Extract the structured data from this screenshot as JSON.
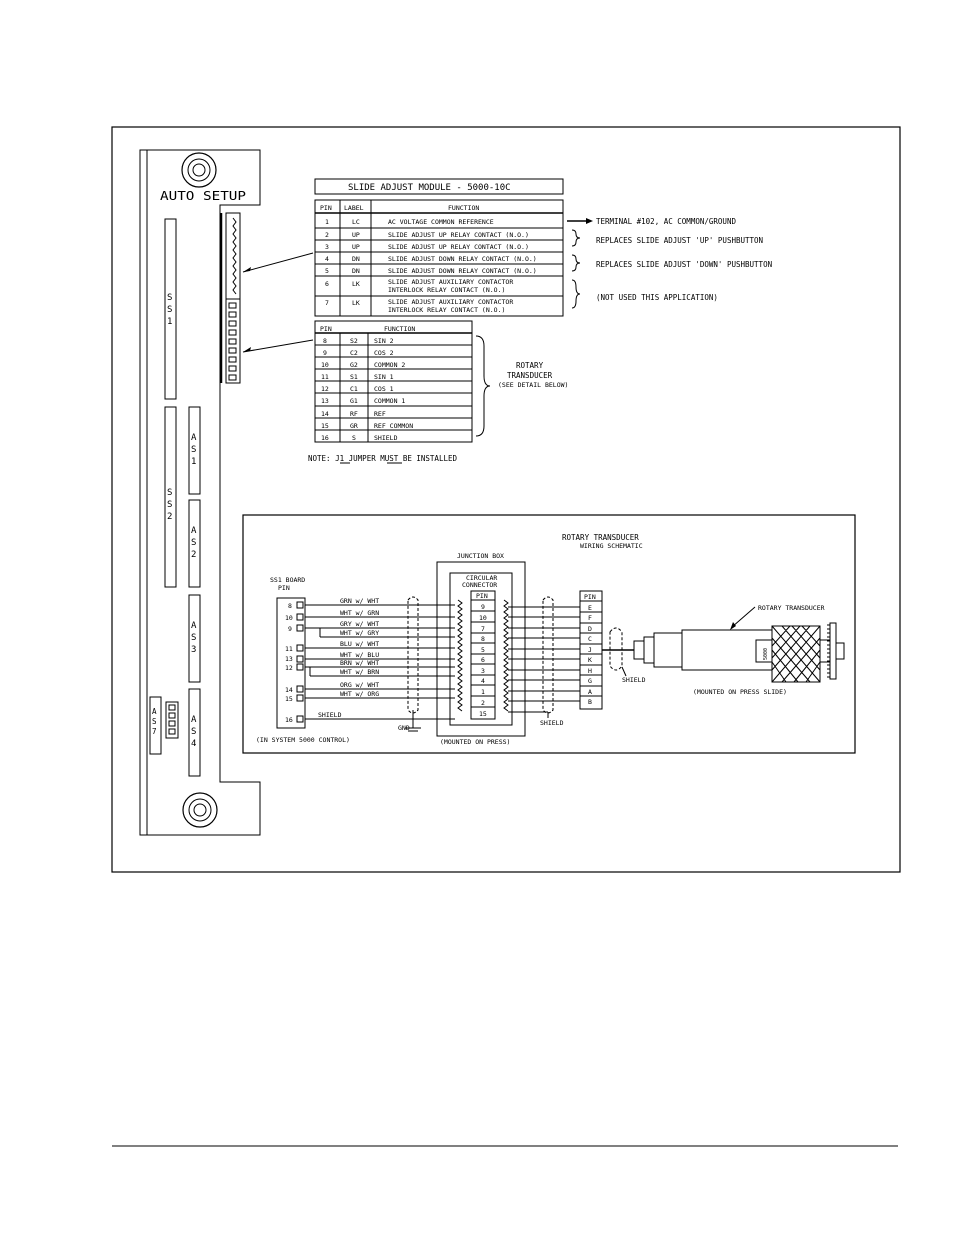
{
  "board": {
    "title": "AUTO SETUP",
    "slots": {
      "ss1": [
        "S",
        "S",
        "1"
      ],
      "ss2": [
        "S",
        "S",
        "2"
      ],
      "as1": [
        "A",
        "S",
        "1"
      ],
      "as2": [
        "A",
        "S",
        "2"
      ],
      "as3": [
        "A",
        "S",
        "3"
      ],
      "as4": [
        "A",
        "S",
        "4"
      ],
      "as7": [
        "A",
        "S",
        "7"
      ]
    }
  },
  "module_table": {
    "title": "SLIDE ADJUST MODULE - 5000-10C",
    "headers": [
      "PIN",
      "LABEL",
      "FUNCTION"
    ],
    "rows": [
      {
        "pin": "1",
        "label": "LC",
        "function": [
          "AC VOLTAGE COMMON REFERENCE"
        ]
      },
      {
        "pin": "2",
        "label": "UP",
        "function": [
          "SLIDE ADJUST UP RELAY CONTACT (N.O.)"
        ]
      },
      {
        "pin": "3",
        "label": "UP",
        "function": [
          "SLIDE ADJUST UP RELAY CONTACT (N.O.)"
        ]
      },
      {
        "pin": "4",
        "label": "DN",
        "function": [
          "SLIDE ADJUST DOWN RELAY CONTACT (N.O.)"
        ]
      },
      {
        "pin": "5",
        "label": "DN",
        "function": [
          "SLIDE ADJUST DOWN RELAY CONTACT (N.O.)"
        ]
      },
      {
        "pin": "6",
        "label": "LK",
        "function": [
          "SLIDE ADJUST AUXILIARY CONTACTOR",
          "INTERLOCK RELAY CONTACT (N.O.)"
        ]
      },
      {
        "pin": "7",
        "label": "LK",
        "function": [
          "SLIDE ADJUST AUXILIARY CONTACTOR",
          "INTERLOCK RELAY CONTACT (N.O.)"
        ]
      }
    ],
    "notes": [
      "TERMINAL #102,  AC COMMON/GROUND",
      "REPLACES SLIDE ADJUST 'UP' PUSHBUTTON",
      "REPLACES SLIDE ADJUST 'DOWN' PUSHBUTTON",
      "(NOT USED THIS APPLICATION)"
    ]
  },
  "pin_table": {
    "headers": [
      "PIN",
      "FUNCTION"
    ],
    "rows": [
      {
        "pin": "8",
        "label": "S2",
        "function": "SIN 2"
      },
      {
        "pin": "9",
        "label": "C2",
        "function": "COS 2"
      },
      {
        "pin": "10",
        "label": "G2",
        "function": "COMMON 2"
      },
      {
        "pin": "11",
        "label": "S1",
        "function": "SIN 1"
      },
      {
        "pin": "12",
        "label": "C1",
        "function": "COS 1"
      },
      {
        "pin": "13",
        "label": "G1",
        "function": "COMMON 1"
      },
      {
        "pin": "14",
        "label": "RF",
        "function": "REF"
      },
      {
        "pin": "15",
        "label": "GR",
        "function": "REF COMMON"
      },
      {
        "pin": "16",
        "label": "S",
        "function": "SHIELD"
      }
    ],
    "bracket_label": [
      "ROTARY",
      "TRANSDUCER",
      "(SEE DETAIL BELOW)"
    ],
    "note": "NOTE: J1 JUMPER MUST BE INSTALLED"
  },
  "schematic": {
    "title": "ROTARY TRANSDUCER",
    "subtitle": "WIRING SCHEMATIC",
    "ss1_board": [
      "SS1 BOARD",
      "PIN"
    ],
    "ss1_pins": [
      "8",
      "10",
      "9",
      "11",
      "13",
      "12",
      "14",
      "15",
      "16"
    ],
    "wires": [
      "GRN w/ WHT",
      "WHT w/ GRN",
      "GRY w/ WHT",
      "WHT w/ GRY",
      "BLU w/ WHT",
      "WHT w/ BLU",
      "BRN w/ WHT",
      "WHT w/ BRN",
      "ORG w/ WHT",
      "WHT w/ ORG"
    ],
    "shield_label": "SHIELD",
    "gnd_label": "GND",
    "junction_box": "JUNCTION BOX",
    "circular_connector": [
      "CIRCULAR",
      "CONNECTOR"
    ],
    "connector_header": "PIN",
    "connector_pins": [
      "9",
      "10",
      "7",
      "8",
      "5",
      "6",
      "3",
      "4",
      "1",
      "2",
      "15"
    ],
    "transducer_header": "PIN",
    "transducer_pins": [
      "E",
      "F",
      "D",
      "C",
      "J",
      "K",
      "H",
      "G",
      "A",
      "B"
    ],
    "rotary_label": "ROTARY TRANSDUCER",
    "caption_control": "(IN SYSTEM 5000 CONTROL)",
    "caption_press": "(MOUNTED ON PRESS)",
    "caption_slide": "(MOUNTED ON PRESS SLIDE)",
    "shield_labels": [
      "SHIELD",
      "SHIELD"
    ],
    "transducer_badge": "5000"
  }
}
